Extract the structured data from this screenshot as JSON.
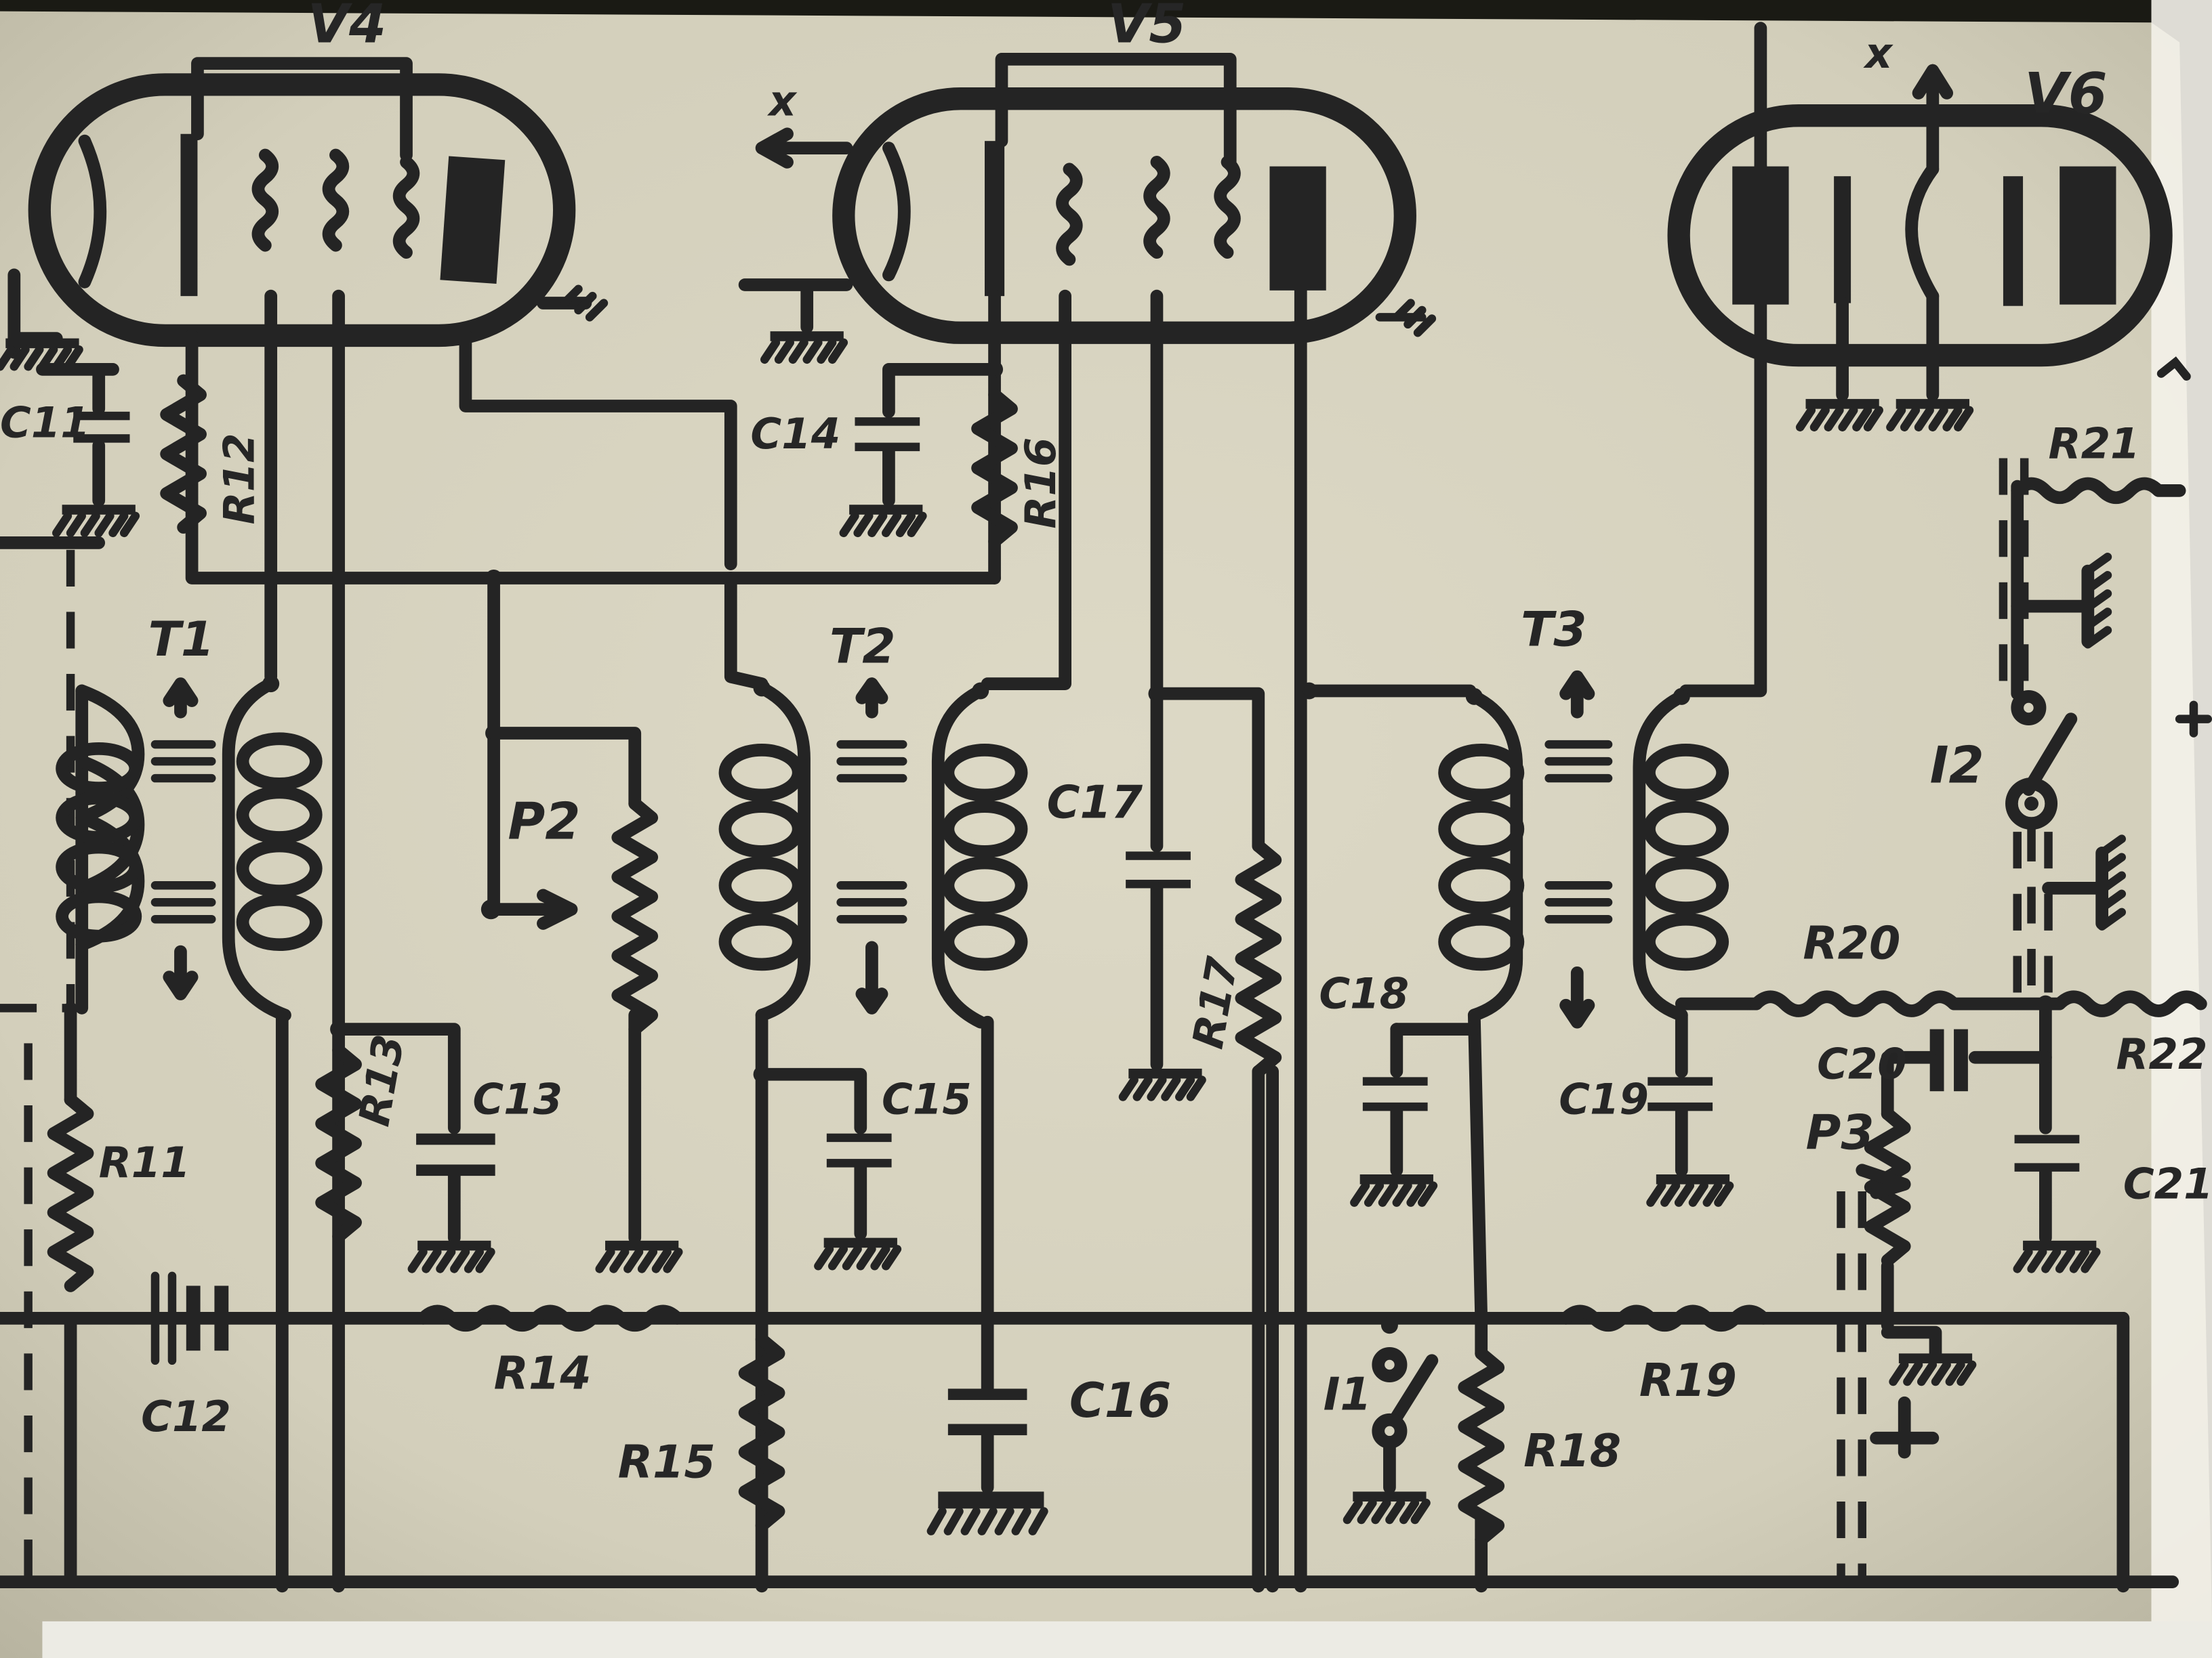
{
  "colors": {
    "paper": "#d8d4c0",
    "ink": "#242424",
    "border": "#1a1a14"
  },
  "labels": {
    "v4": "V4",
    "v5": "V5",
    "v6": "V6",
    "x_v5": "x",
    "x_v6": "x",
    "c11": "C11",
    "c12": "C12",
    "c13": "C13",
    "c14": "C14",
    "c15": "C15",
    "c16": "C16",
    "c17": "C17",
    "c18": "C18",
    "c19": "C19",
    "c20": "C20",
    "c21": "C21",
    "r11": "R11",
    "r12": "R12",
    "r13": "R13",
    "r14": "R14",
    "r15": "R15",
    "r16": "R16",
    "r17": "R17",
    "r18": "R18",
    "r19": "R19",
    "r20": "R20",
    "r21": "R21",
    "r22": "R22",
    "t1": "T1",
    "t2": "T2",
    "t3": "T3",
    "p2": "P2",
    "p3": "P3",
    "i1": "I1",
    "i2": "I2"
  }
}
